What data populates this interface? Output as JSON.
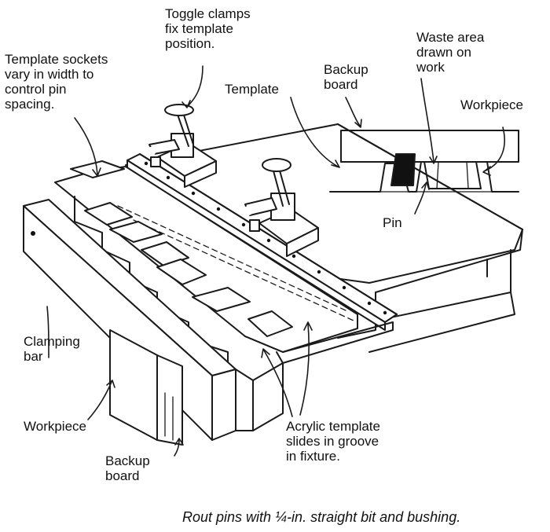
{
  "labels": {
    "toggle_clamps": "Toggle clamps\nfix template\nposition.",
    "template_sockets": "Template sockets\nvary in width to\ncontrol pin\nspacing.",
    "template": "Template",
    "backup_board_top": "Backup\nboard",
    "waste_area": "Waste area\ndrawn on\nwork",
    "workpiece_right": "Workpiece",
    "pin": "Pin",
    "clamping_bar": "Clamping\nbar",
    "workpiece_left": "Workpiece",
    "backup_board_bottom": "Backup\nboard",
    "acrylic_template": "Acrylic template\nslides in groove\nin fixture."
  },
  "caption": "Rout pins with ¼-in. straight bit and bushing."
}
